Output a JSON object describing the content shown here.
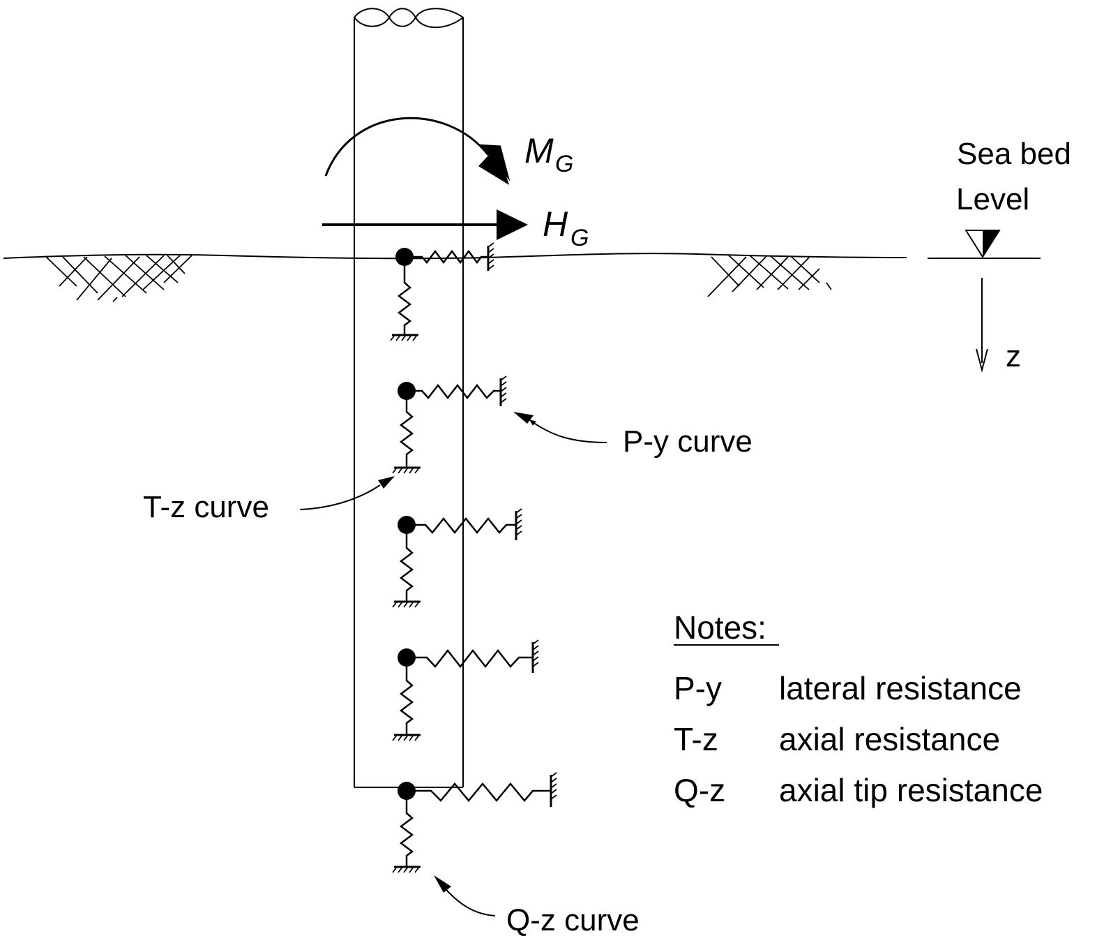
{
  "loads": {
    "moment_symbol": "M",
    "moment_subscript": "G",
    "force_symbol": "H",
    "force_subscript": "G"
  },
  "seabed": {
    "line1": "Sea bed",
    "line2": "Level",
    "depth_axis": "z"
  },
  "callouts": {
    "py": "P-y curve",
    "tz": "T-z curve",
    "qz": "Q-z curve"
  },
  "notes": {
    "heading": "Notes:",
    "items": [
      {
        "term": "P-y",
        "desc": "lateral resistance"
      },
      {
        "term": "T-z",
        "desc": "axial resistance"
      },
      {
        "term": "Q-z",
        "desc": "axial tip resistance"
      }
    ]
  }
}
